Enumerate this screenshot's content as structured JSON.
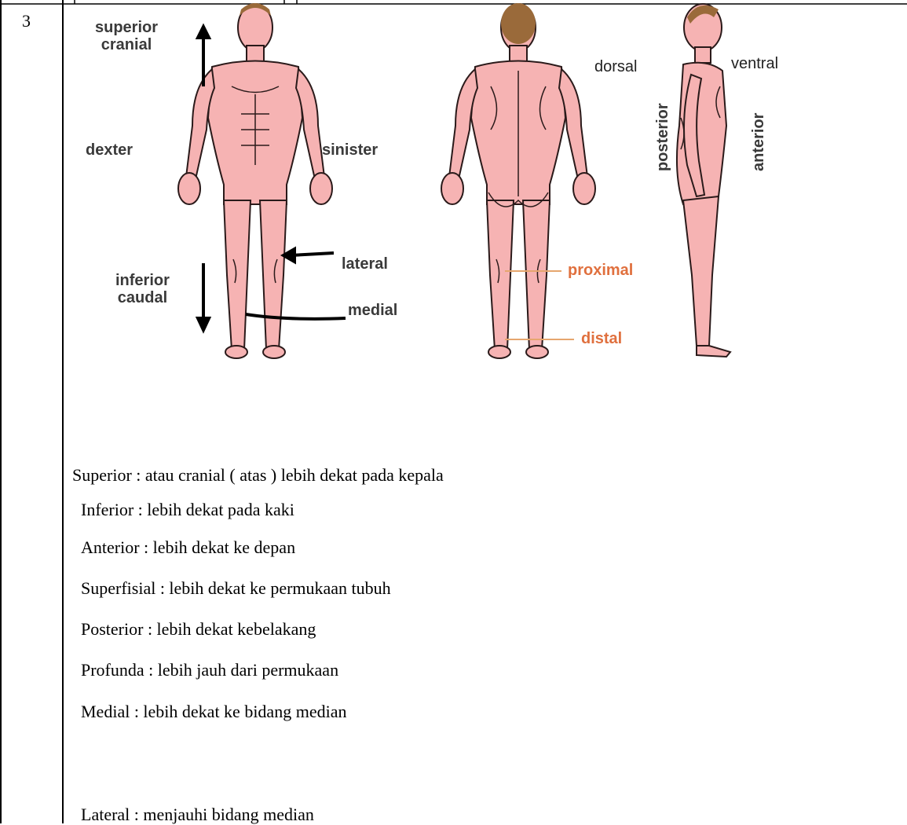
{
  "row_number": "3",
  "figure": {
    "labels": {
      "superior": "superior",
      "cranial": "cranial",
      "dexter": "dexter",
      "sinister": "sinister",
      "lateral": "lateral",
      "inferior": "inferior",
      "caudal": "caudal",
      "medial": "medial",
      "proximal": "proximal",
      "distal": "distal",
      "dorsal": "dorsal",
      "ventral": "ventral",
      "posterior": "posterior",
      "anterior": "anterior"
    },
    "colors": {
      "skin": "#f6b3b3",
      "outline": "#2a1a1a",
      "hair": "#9a6a3a",
      "label_gray": "#3a3a3a",
      "label_orange": "#e0703e",
      "leader_orange": "#e6a66e"
    }
  },
  "definitions": [
    "Superior : atau cranial ( atas ) lebih dekat pada kepala",
    "Inferior :  lebih dekat pada kaki",
    "Anterior : lebih dekat ke depan",
    "Superfisial : lebih dekat ke permukaan tubuh",
    "Posterior : lebih dekat kebelakang",
    "Profunda : lebih jauh dari permukaan",
    "Medial : lebih dekat ke bidang median",
    "Lateral : menjauhi bidang median"
  ]
}
